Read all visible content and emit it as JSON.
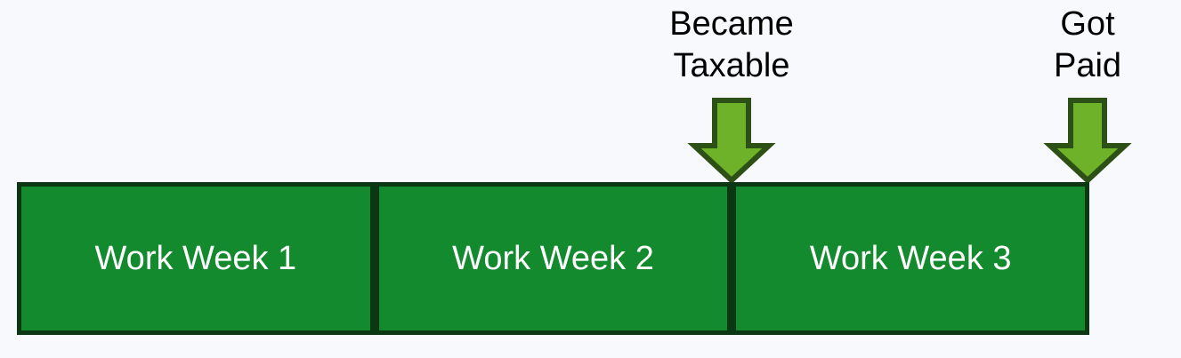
{
  "page": {
    "background": "#f8f9fc"
  },
  "diagram": {
    "type": "timeline",
    "colors": {
      "box_fill": "#148a2e",
      "box_border": "#0b3813",
      "box_text": "#ffffff",
      "arrow_fill": "#6db228",
      "arrow_border": "#2d5016",
      "annotation_text": "#000000"
    },
    "segments": [
      {
        "label": "Work Week 1"
      },
      {
        "label": "Work Week 2"
      },
      {
        "label": "Work Week 3"
      }
    ],
    "annotations": [
      {
        "lines": [
          "Became",
          "Taxable"
        ],
        "icon": "down-arrow",
        "points_to": "boundary between Work Week 2 and Work Week 3"
      },
      {
        "lines": [
          "Got",
          "Paid"
        ],
        "icon": "down-arrow",
        "points_to": "end of Work Week 3"
      }
    ]
  }
}
